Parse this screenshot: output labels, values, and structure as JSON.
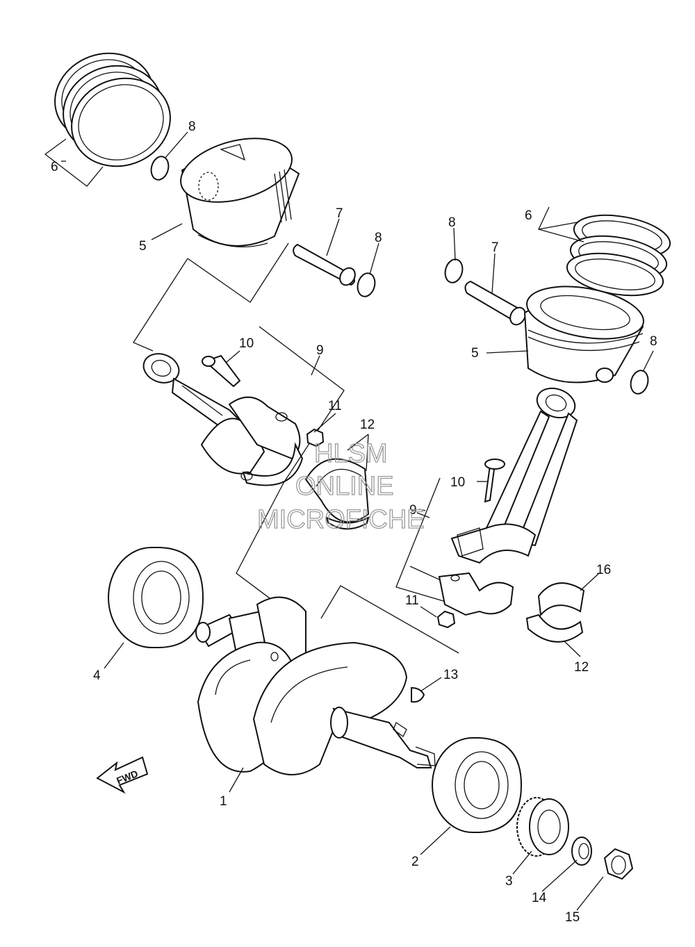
{
  "diagram": {
    "callouts": {
      "c1": "1",
      "c2": "2",
      "c3": "3",
      "c4": "4",
      "c5a": "5",
      "c5b": "5",
      "c6a": "6",
      "c6b": "6",
      "c7a": "7",
      "c7b": "7",
      "c8a": "8",
      "c8b": "8",
      "c8c": "8",
      "c8d": "8",
      "c9a": "9",
      "c9b": "9",
      "c10a": "10",
      "c10b": "10",
      "c11a": "11",
      "c11b": "11",
      "c12a": "12",
      "c12b": "12",
      "c13": "13",
      "c14": "14",
      "c15": "15",
      "c16": "16"
    },
    "fwd_label": "FWD",
    "watermark": {
      "line1": "HLSM",
      "line2": "ONLINE",
      "line3": "MICROFICHE"
    }
  }
}
